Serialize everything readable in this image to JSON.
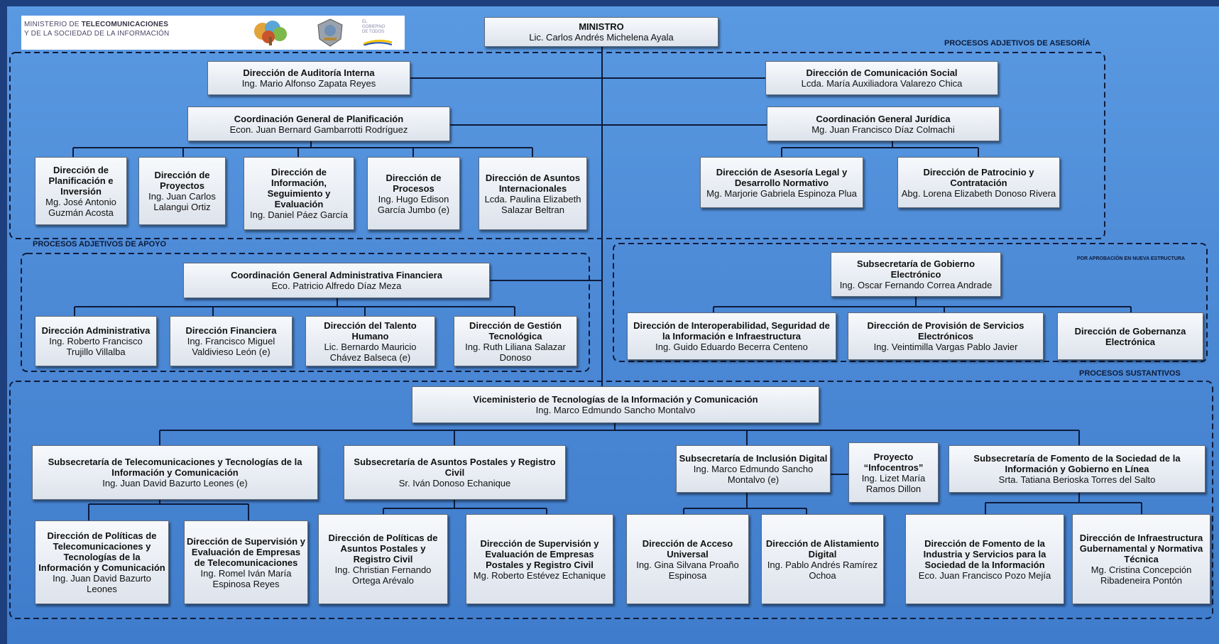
{
  "logo": {
    "ministry_line1_prefix": "MINISTERIO DE ",
    "ministry_line1_bold": "TELECOMUNICACIONES",
    "ministry_line2": "Y DE LA SOCIEDAD DE LA INFORMACIÓN",
    "gobierno_line1": "EL",
    "gobierno_line2": "GOBIERNO",
    "gobierno_line3": "DE TODOS"
  },
  "section_labels": {
    "asesoria": "PROCESOS ADJETIVOS DE ASESORÍA",
    "apoyo": "PROCESOS ADJETIVOS DE APOYO",
    "sustantivos": "PROCESOS SUSTANTIVOS",
    "aprobacion": "POR APROBACIÓN EN NUEVA ESTRUCTURA"
  },
  "boxes": {
    "ministro": {
      "title": "MINISTRO",
      "person": "Lic. Carlos Andrés Michelena Ayala"
    },
    "auditoria": {
      "title": "Dirección de Auditoría Interna",
      "person": "Ing. Mario Alfonso Zapata Reyes"
    },
    "comunicacion": {
      "title": "Dirección de Comunicación Social",
      "person": "Lcda. María Auxiliadora Valarezo Chica"
    },
    "planificacion": {
      "title": "Coordinación General de Planificación",
      "person": "Econ. Juan Bernard Gambarrotti Rodríguez"
    },
    "juridica": {
      "title": "Coordinación General Jurídica",
      "person": "Mg. Juan Francisco Díaz Colmachi"
    },
    "dir_planificacion": {
      "title": "Dirección de Planificación e Inversión",
      "person": "Mg. José Antonio Guzmán Acosta"
    },
    "dir_proyectos": {
      "title": "Dirección de Proyectos",
      "person": "Ing. Juan Carlos Lalangui Ortiz"
    },
    "dir_informacion": {
      "title": "Dirección de Información, Seguimiento y Evaluación",
      "person": "Ing. Daniel Páez García"
    },
    "dir_procesos": {
      "title": "Dirección de Procesos",
      "person": "Ing. Hugo Edison García Jumbo (e)"
    },
    "dir_asuntos_int": {
      "title": "Dirección de Asuntos Internacionales",
      "person": "Lcda. Paulina Elizabeth Salazar Beltran"
    },
    "dir_asesoria_legal": {
      "title": "Dirección de Asesoría Legal y Desarrollo Normativo",
      "person": "Mg. Marjorie Gabriela Espinoza Plua"
    },
    "dir_patrocinio": {
      "title": "Dirección de Patrocinio y Contratación",
      "person": "Abg. Lorena Elizabeth Donoso Rivera"
    },
    "admin_financiera": {
      "title": "Coordinación General Administrativa Financiera",
      "person": "Eco. Patricio Alfredo Díaz Meza"
    },
    "dir_administrativa": {
      "title": "Dirección Administrativa",
      "person": "Ing. Roberto Francisco Trujillo Villalba"
    },
    "dir_financiera": {
      "title": "Dirección Financiera",
      "person": "Ing. Francisco Miguel Valdivieso León (e)"
    },
    "dir_talento": {
      "title": "Dirección del Talento Humano",
      "person": "Lic. Bernardo Mauricio Chávez Balseca (e)"
    },
    "dir_gestion_tec": {
      "title": "Dirección de Gestión Tecnológica",
      "person": "Ing. Ruth Liliana Salazar Donoso"
    },
    "sub_gobierno_elec": {
      "title": "Subsecretaría de Gobierno Electrónico",
      "person": "Ing. Oscar Fernando Correa Andrade"
    },
    "dir_interoperabilidad": {
      "title": "Dirección de Interoperabilidad, Seguridad de la Información e Infraestructura",
      "person": "Ing. Guido Eduardo Becerra Centeno"
    },
    "dir_provision": {
      "title": "Dirección de Provisión de Servicios Electrónicos",
      "person": "Ing. Veintimilla Vargas Pablo Javier"
    },
    "dir_gobernanza": {
      "title": "Dirección de Gobernanza Electrónica",
      "person": ""
    },
    "viceministerio": {
      "title": "Viceministerio de Tecnologías de la Información y Comunicación",
      "person": "Ing. Marco Edmundo Sancho Montalvo"
    },
    "sub_telecom": {
      "title": "Subsecretaría de Telecomunicaciones y Tecnologías de la Información y Comunicación",
      "person": "Ing. Juan David Bazurto Leones (e)"
    },
    "sub_postales": {
      "title": "Subsecretaría de Asuntos Postales y Registro Civil",
      "person": "Sr. Iván Donoso Echanique"
    },
    "sub_inclusion": {
      "title": "Subsecretaría de Inclusión Digital",
      "person": "Ing. Marco Edmundo Sancho Montalvo (e)"
    },
    "proyecto_infocentros": {
      "title": "Proyecto “Infocentros”",
      "person": "Ing. Lizet María Ramos Dillon"
    },
    "sub_fomento": {
      "title": "Subsecretaría de Fomento de la Sociedad de la Información y Gobierno en Línea",
      "person": "Srta. Tatiana Berioska Torres del Salto"
    },
    "dir_pol_telecom": {
      "title": "Dirección de Políticas de Telecomunicaciones y Tecnologías de la Información y Comunicación",
      "person": "Ing. Juan David Bazurto Leones"
    },
    "dir_sup_telecom": {
      "title": "Dirección de Supervisión y Evaluación de Empresas de Telecomunicaciones",
      "person": "Ing. Romel Iván María Espinosa Reyes"
    },
    "dir_pol_postales": {
      "title": "Dirección de Políticas de Asuntos Postales y Registro Civil",
      "person": "Ing. Christian Fernando Ortega Arévalo"
    },
    "dir_sup_postales": {
      "title": "Dirección de Supervisión y Evaluación de Empresas Postales y Registro Civil",
      "person": "Mg. Roberto Estévez Echanique"
    },
    "dir_acceso": {
      "title": "Dirección de Acceso Universal",
      "person": "Ing. Gina Silvana Proaño Espinosa"
    },
    "dir_alistamiento": {
      "title": "Dirección de Alistamiento Digital",
      "person": "Ing. Pablo Andrés Ramírez Ochoa"
    },
    "dir_fomento_ind": {
      "title": "Dirección de Fomento de la Industria y Servicios para la Sociedad de la Información",
      "person": "Eco. Juan Francisco Pozo Mejía"
    },
    "dir_infra_gub": {
      "title": "Dirección de Infraestructura Gubernamental y Normativa Técnica",
      "person": "Mg. Cristina Concepción Ribadeneira Pontón"
    }
  },
  "colors": {
    "background": "#4d8ad6",
    "frame": "#1e3f7e",
    "line": "#0d1b3a",
    "box_fill": "#eef1f6"
  }
}
